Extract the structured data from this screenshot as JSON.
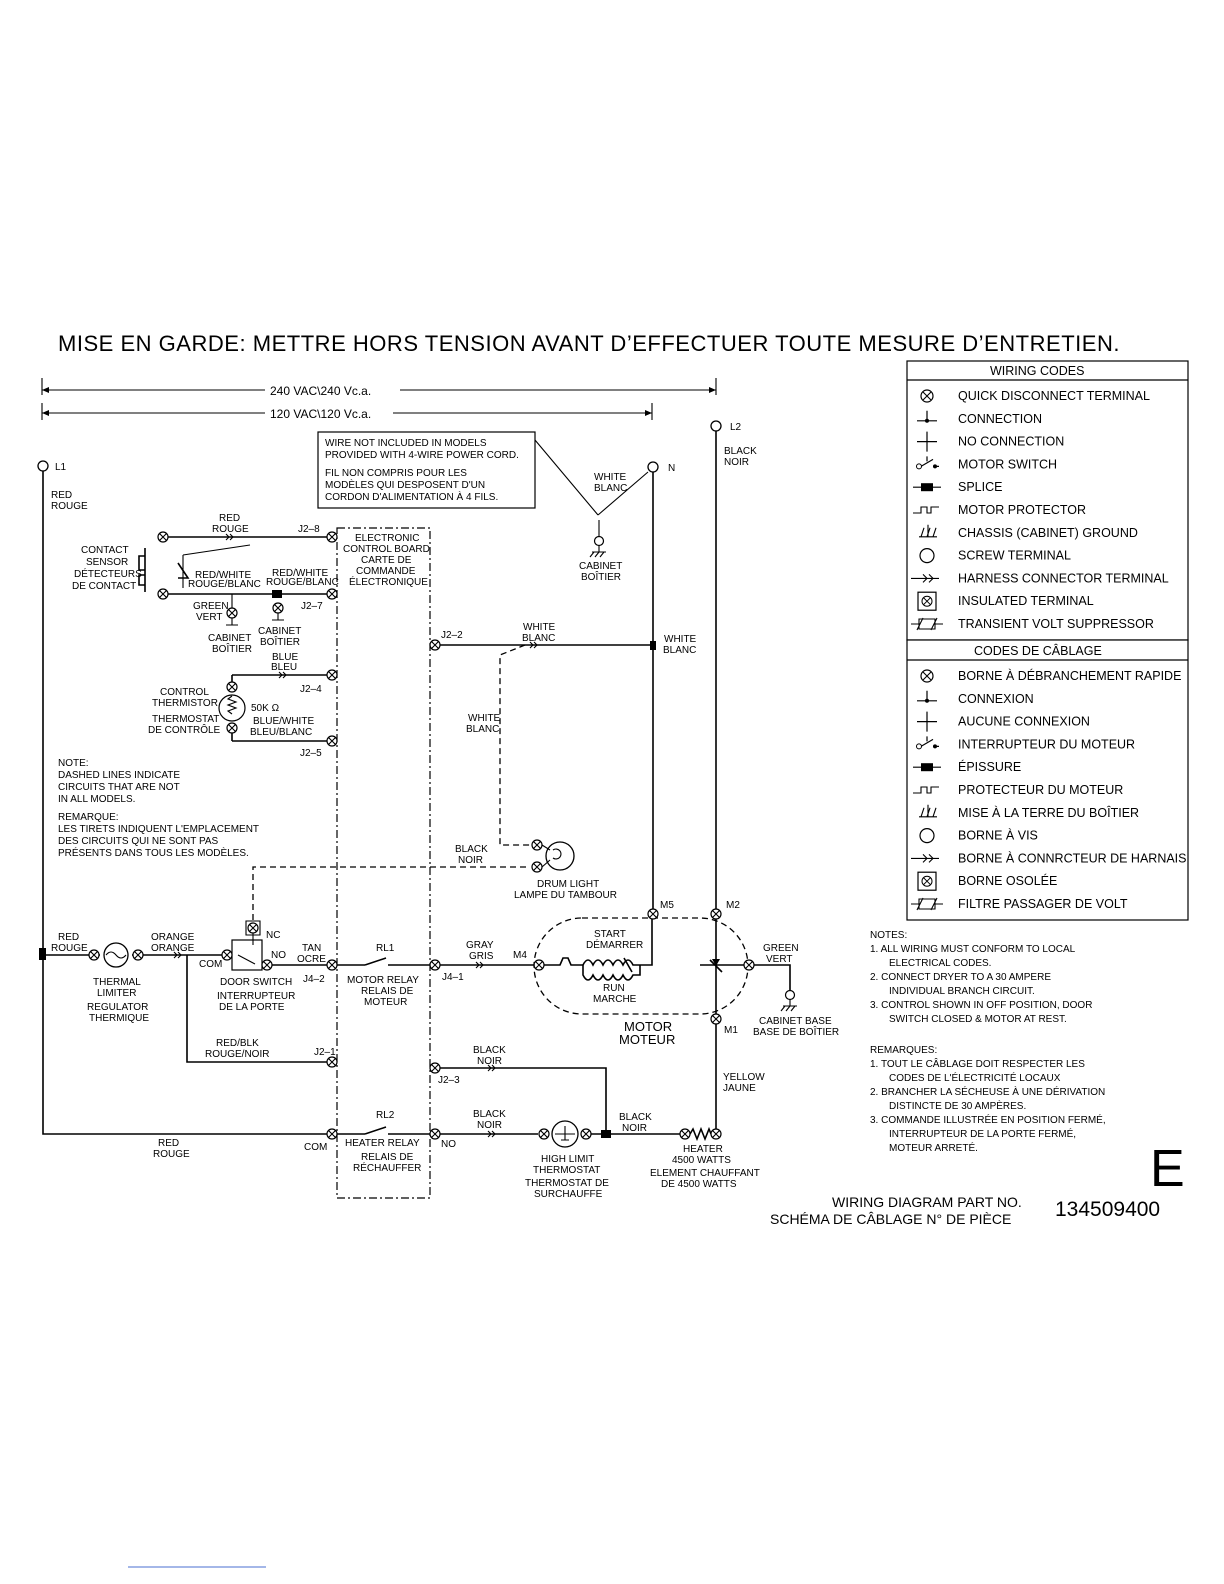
{
  "warning": "MISE EN GARDE: METTRE HORS TENSION AVANT D’EFFECTUER TOUTE MESURE D’ENTRETIEN.",
  "voltage_240": "240 VAC\\240 Vc.a.",
  "voltage_120": "120 VAC\\120 Vc.a.",
  "wiring_codes": {
    "title": "WIRING CODES",
    "items": [
      {
        "icon": "quick-disconnect-terminal-icon",
        "label": "QUICK DISCONNECT TERMINAL"
      },
      {
        "icon": "connection-icon",
        "label": "CONNECTION"
      },
      {
        "icon": "no-connection-icon",
        "label": "NO CONNECTION"
      },
      {
        "icon": "motor-switch-icon",
        "label": "MOTOR SWITCH"
      },
      {
        "icon": "splice-icon",
        "label": "SPLICE"
      },
      {
        "icon": "motor-protector-icon",
        "label": "MOTOR PROTECTOR"
      },
      {
        "icon": "chassis-ground-icon",
        "label": "CHASSIS (CABINET) GROUND"
      },
      {
        "icon": "screw-terminal-icon",
        "label": "SCREW TERMINAL"
      },
      {
        "icon": "harness-connector-icon",
        "label": "HARNESS CONNECTOR TERMINAL"
      },
      {
        "icon": "insulated-terminal-icon",
        "label": "INSULATED TERMINAL"
      },
      {
        "icon": "transient-volt-suppressor-icon",
        "label": "TRANSIENT VOLT SUPPRESSOR"
      }
    ]
  },
  "codes_cablage": {
    "title": "CODES DE CÂBLAGE",
    "items": [
      {
        "icon": "quick-disconnect-terminal-icon",
        "label": "BORNE À DÉBRANCHEMENT RAPIDE"
      },
      {
        "icon": "connection-icon",
        "label": "CONNEXION"
      },
      {
        "icon": "no-connection-icon",
        "label": "AUCUNE CONNEXION"
      },
      {
        "icon": "motor-switch-icon",
        "label": "INTERRUPTEUR DU MOTEUR"
      },
      {
        "icon": "splice-icon",
        "label": "ÉPISSURE"
      },
      {
        "icon": "motor-protector-icon",
        "label": "PROTECTEUR DU MOTEUR"
      },
      {
        "icon": "chassis-ground-icon",
        "label": "MISE À LA TERRE DU BOÎTIER"
      },
      {
        "icon": "screw-terminal-icon",
        "label": "BORNE À VIS"
      },
      {
        "icon": "harness-connector-icon",
        "label": "BORNE À CONNRCTEUR DE HARNAIS"
      },
      {
        "icon": "insulated-terminal-icon",
        "label": "BORNE OSOLÉE"
      },
      {
        "icon": "transient-volt-suppressor-icon",
        "label": "FILTRE PASSAGER DE VOLT"
      }
    ]
  },
  "notes": {
    "title": "NOTES:",
    "lines": [
      "1. ALL WIRING MUST CONFORM TO LOCAL",
      "ELECTRICAL CODES.",
      "2. CONNECT DRYER TO A 30 AMPERE",
      "INDIVIDUAL BRANCH CIRCUIT.",
      "3. CONTROL SHOWN IN OFF POSITION, DOOR",
      "SWITCH CLOSED & MOTOR AT REST."
    ]
  },
  "remarques": {
    "title": "REMARQUES:",
    "lines": [
      "1. TOUT LE CÂBLAGE DOIT RESPECTER LES",
      "CODES DE L'ÉLECTRICITÉ LOCAUX",
      "2. BRANCHER LA SÉCHEUSE À UNE DÉRIVATION",
      "DISTINCTE DE 30 AMPÈRES.",
      "3. COMMANDE ILLUSTRÉE EN POSITION FERMÉ,",
      "INTERRUPTEUR DE LA PORTE FERMÉ,",
      "MOTEUR ARRETÉ."
    ]
  },
  "dashed_note": {
    "lines": [
      "NOTE:",
      "DASHED LINES INDICATE",
      "CIRCUITS THAT ARE NOT",
      "IN ALL MODELS."
    ],
    "fr_lines": [
      "REMARQUE:",
      "LES TIRETS INDIQUENT L'EMPLACEMENT",
      "DES CIRCUITS QUI NE SONT PAS",
      "PRÉSENTS DANS TOUS LES MODÈLES."
    ]
  },
  "wire_note": {
    "lines": [
      "WIRE NOT INCLUDED IN MODELS",
      "PROVIDED WITH 4-WIRE POWER CORD."
    ],
    "fr_lines": [
      "FIL NON COMPRIS POUR LES",
      "MODÈLES QUI DESPOSENT D'UN",
      "CORDON D'ALIMENTATION À 4 FILS."
    ]
  },
  "revision": "E",
  "part_label_en": "WIRING DIAGRAM PART NO.",
  "part_label_fr": "SCHÉMA DE CÂBLAGE N° DE PIÈCE",
  "part_number": "134509400",
  "labels": {
    "l1": "L1",
    "l2": "L2",
    "n": "N",
    "red": "RED",
    "rouge": "ROUGE",
    "black": "BLACK",
    "noir": "NOIR",
    "white": "WHITE",
    "blanc": "BLANC",
    "contact_sensor": [
      "CONTACT",
      "SENSOR",
      "DÉTECTEURS",
      "DE CONTACT"
    ],
    "red_white": "RED/WHITE",
    "rouge_blanc": "ROUGE/BLANC",
    "green": "GREEN",
    "vert": "VERT",
    "cabinet": "CABINET",
    "boitier": "BOÎTIER",
    "j2_8": "J2–8",
    "j2_7": "J2–7",
    "j2_2": "J2–2",
    "j2_4": "J2–4",
    "j2_5": "J2–5",
    "j2_1": "J2–1",
    "j2_3": "J2–3",
    "j4_1": "J4–1",
    "j4_2": "J4–2",
    "board": [
      "ELECTRONIC",
      "CONTROL BOARD",
      "CARTE DE",
      "COMMANDE",
      "ÉLECTRONIQUE"
    ],
    "blue": "BLUE",
    "bleu": "BLEU",
    "control_thermistor": [
      "CONTROL",
      "THERMISTOR"
    ],
    "thermostat_controle": [
      "THERMOSTAT",
      "DE CONTRÔLE"
    ],
    "fifty_k": "50K Ω",
    "blue_white": "BLUE/WHITE",
    "bleu_blanc": "BLEU/BLANC",
    "drum_light": "DRUM LIGHT",
    "lampe_tambour": "LAMPE DU TAMBOUR",
    "m1": "M1",
    "m2": "M2",
    "m4": "M4",
    "m5": "M5",
    "orange": "ORANGE",
    "thermal_limiter": [
      "THERMAL",
      "LIMITER",
      "REGULATOR",
      "THERMIQUE"
    ],
    "nc": "NC",
    "no": "NO",
    "com": "COM",
    "door_switch": [
      "DOOR SWITCH",
      "INTERRUPTEUR",
      "DE LA PORTE"
    ],
    "tan": "TAN",
    "ocre": "OCRE",
    "rl1": "RL1",
    "rl2": "RL2",
    "motor_relay": [
      "MOTOR RELAY",
      "RELAIS DE",
      "MOTEUR"
    ],
    "gray": "GRAY",
    "gris": "GRIS",
    "start": "START",
    "demarrer": "DÉMARRER",
    "run": "RUN",
    "marche": "MARCHE",
    "motor": "MOTOR",
    "moteur": "MOTEUR",
    "cabinet_base": [
      "CABINET BASE",
      "BASE DE BOÎTIER"
    ],
    "red_blk": "RED/BLK",
    "rouge_noir": "ROUGE/NOIR",
    "yellow": "YELLOW",
    "jaune": "JAUNE",
    "heater_relay": [
      "HEATER RELAY",
      "RELAIS DE",
      "RÉCHAUFFER"
    ],
    "high_limit": [
      "HIGH LIMIT",
      "THERMOSTAT",
      "THERMOSTAT DE",
      "SURCHAUFFE"
    ],
    "heater": [
      "HEATER",
      "4500 WATTS",
      "ELEMENT CHAUFFANT",
      "DE 4500 WATTS"
    ]
  }
}
